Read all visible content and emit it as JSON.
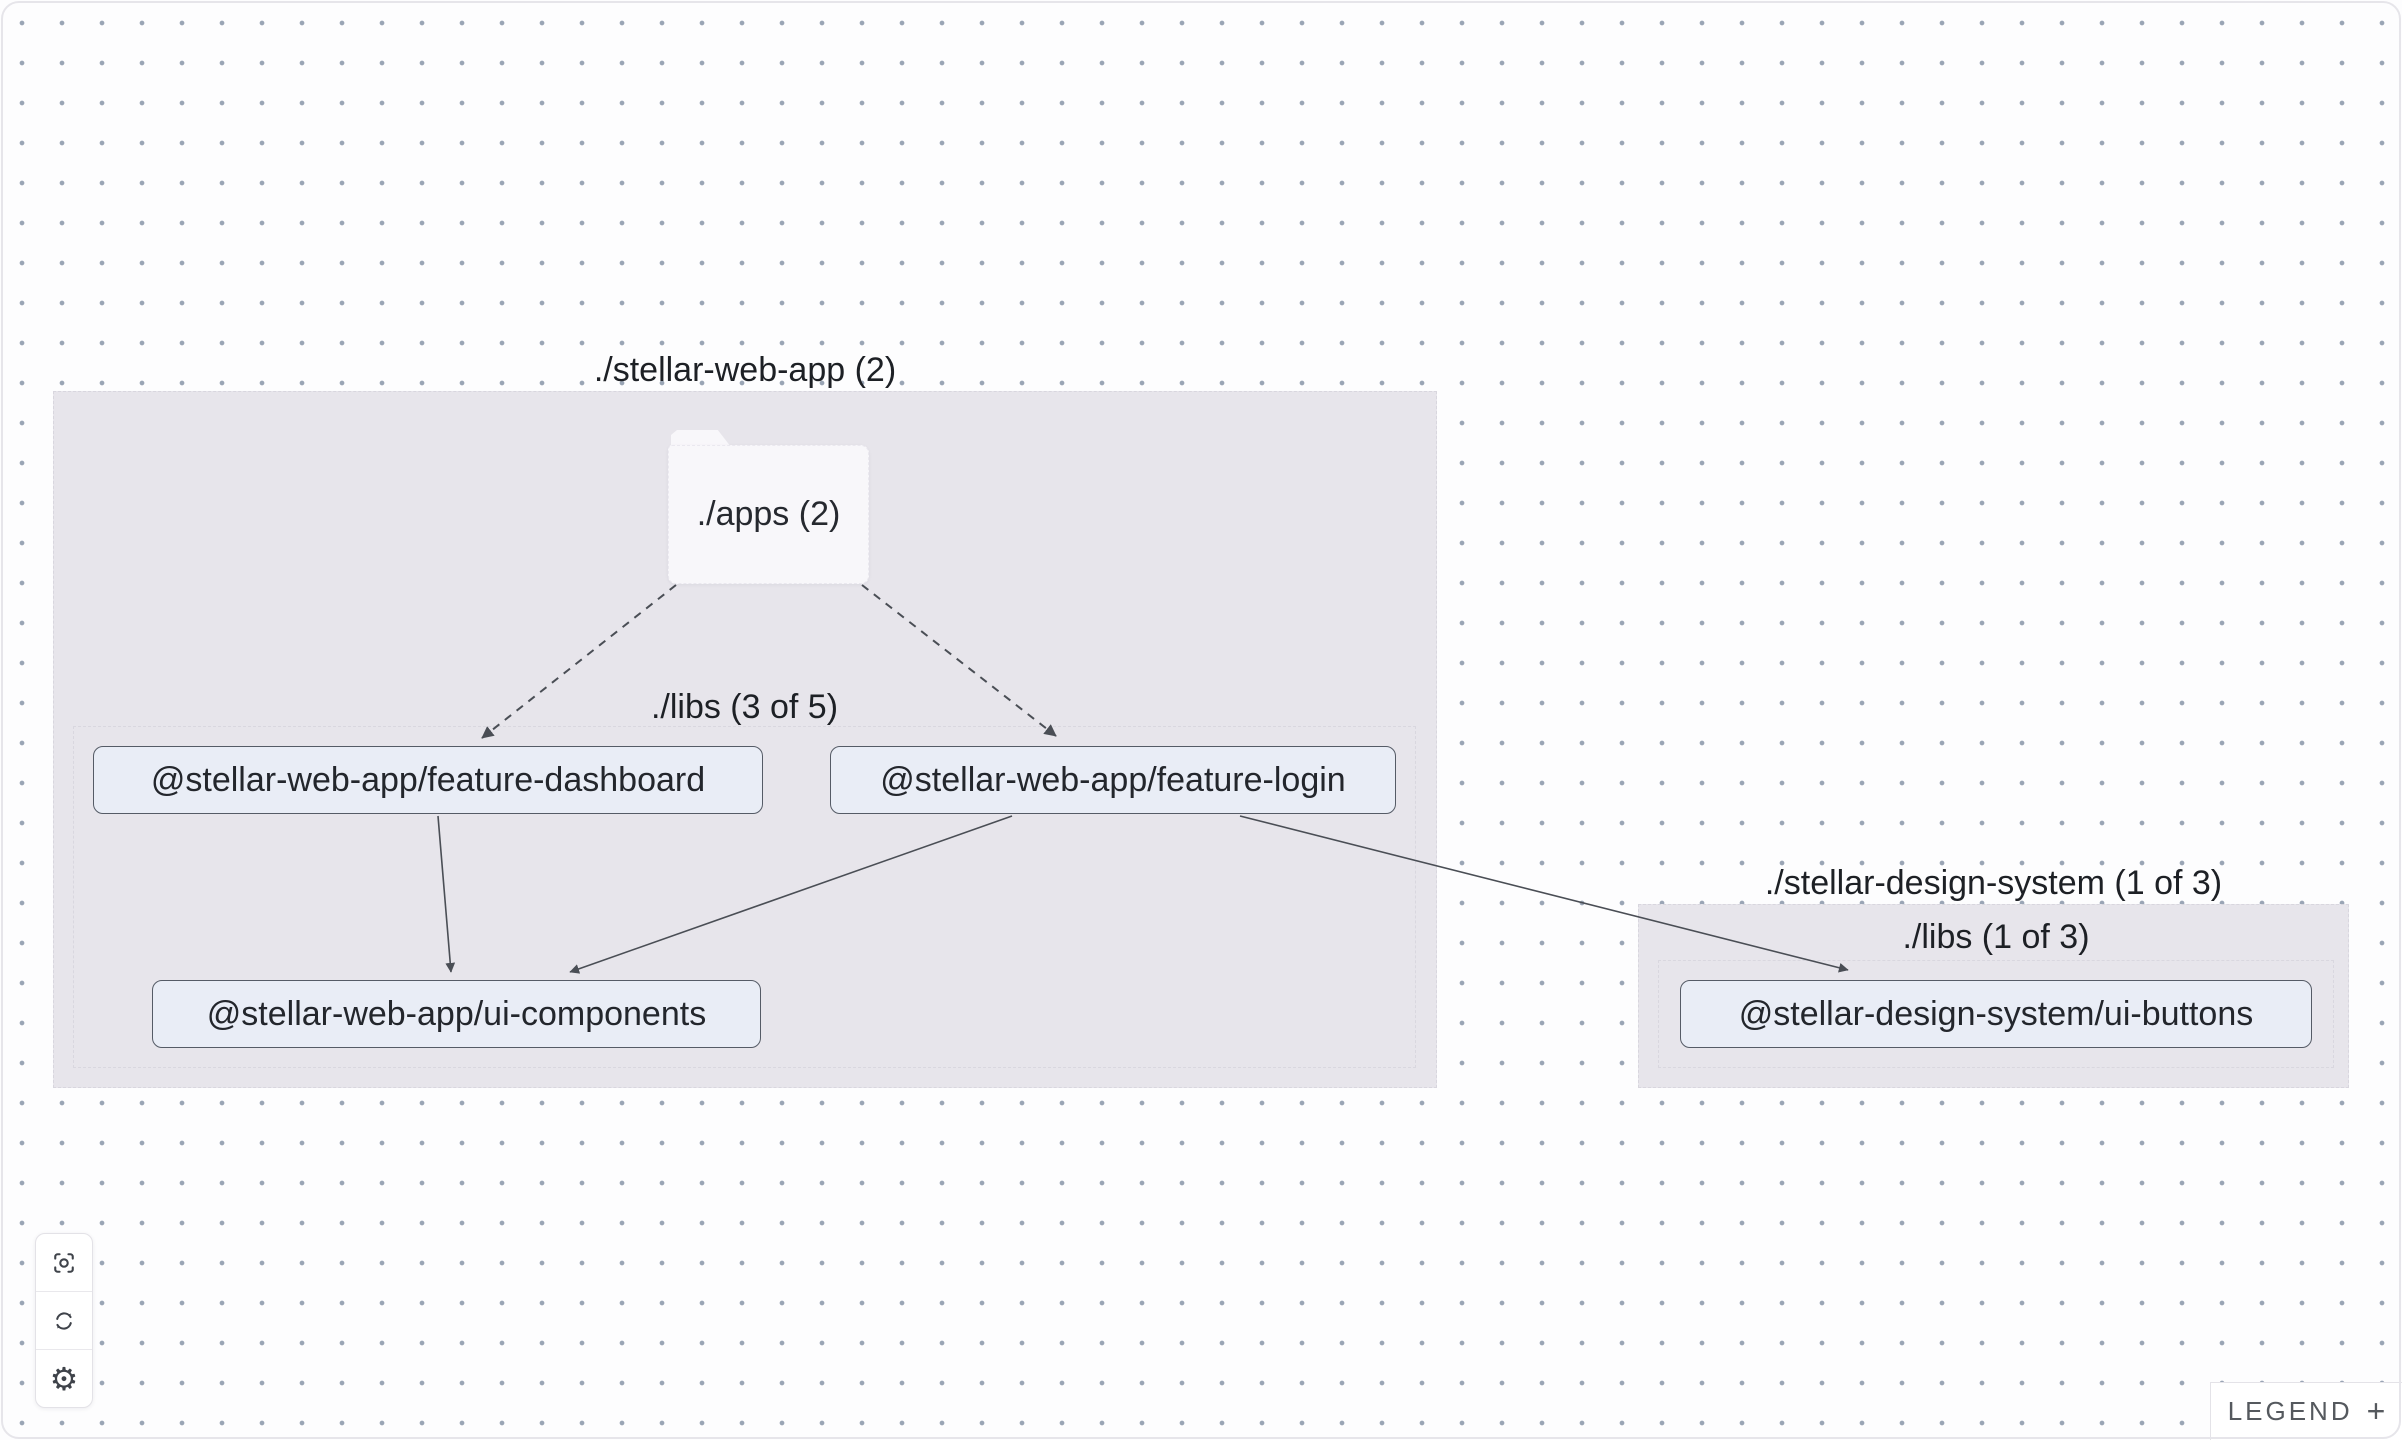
{
  "app": {
    "name": "project dependency graph"
  },
  "graph": {
    "groups": [
      {
        "id": "stellar-web-app",
        "label": "./stellar-web-app (2)"
      },
      {
        "id": "stellar-web-app-libs",
        "label": "./libs (3 of 5)"
      },
      {
        "id": "stellar-design-system",
        "label": "./stellar-design-system (1 of 3)"
      },
      {
        "id": "stellar-design-system-libs",
        "label": "./libs (1 of 3)"
      }
    ],
    "folders": [
      {
        "id": "apps",
        "label": "./apps (2)"
      }
    ],
    "nodes": [
      {
        "id": "feature-dashboard",
        "label": "@stellar-web-app/feature-dashboard"
      },
      {
        "id": "feature-login",
        "label": "@stellar-web-app/feature-login"
      },
      {
        "id": "ui-components",
        "label": "@stellar-web-app/ui-components"
      },
      {
        "id": "ui-buttons",
        "label": "@stellar-design-system/ui-buttons"
      }
    ],
    "edges": [
      {
        "from": "apps",
        "to": "feature-dashboard",
        "style": "dashed"
      },
      {
        "from": "apps",
        "to": "feature-login",
        "style": "dashed"
      },
      {
        "from": "feature-dashboard",
        "to": "ui-components",
        "style": "solid"
      },
      {
        "from": "feature-login",
        "to": "ui-components",
        "style": "solid"
      },
      {
        "from": "feature-login",
        "to": "ui-buttons",
        "style": "solid"
      }
    ]
  },
  "toolbar": {
    "buttons": [
      {
        "icon": "focus-icon"
      },
      {
        "icon": "refresh-icon"
      },
      {
        "icon": "settings-icon"
      }
    ]
  },
  "legend": {
    "label": "LEGEND",
    "expand_symbol": "+"
  },
  "colors": {
    "canvas_bg": "#fdfdfe",
    "dot": "#9aa5b5",
    "group_fill": "#e7e5eb",
    "group_border": "#d8d6de",
    "folder_fill": "#f8f7fa",
    "node_fill": "#e9edf6",
    "node_border": "#555b66",
    "edge": "#4a4e55",
    "text": "#22252b"
  }
}
